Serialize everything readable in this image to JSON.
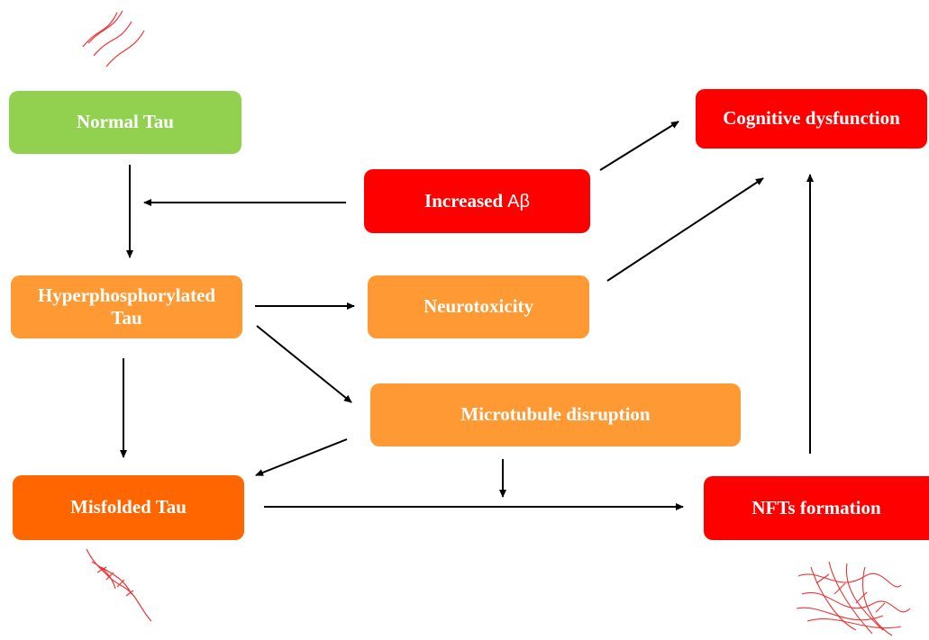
{
  "nodes": {
    "normal_tau": {
      "label": "Normal Tau",
      "color": "#92d050"
    },
    "hyper_tau": {
      "label": "Hyperphosphorylated\nTau",
      "color": "#ff9933"
    },
    "misfolded_tau": {
      "label": "Misfolded Tau",
      "color": "#ff6600"
    },
    "increased_ab": {
      "label": "Increased",
      "symbol": "Aβ",
      "color": "#ff0000"
    },
    "neurotoxicity": {
      "label": "Neurotoxicity",
      "color": "#ff9933"
    },
    "microtubule": {
      "label": "Microtubule disruption",
      "color": "#ff9933"
    },
    "cognitive": {
      "label": "Cognitive dysfunction",
      "color": "#ff0000"
    },
    "nfts": {
      "label": "NFTs formation",
      "color": "#ff0000"
    }
  },
  "edges": [
    {
      "from": "normal_tau",
      "to": "hyper_tau"
    },
    {
      "from": "increased_ab",
      "to": "normal_tau"
    },
    {
      "from": "hyper_tau",
      "to": "neurotoxicity"
    },
    {
      "from": "hyper_tau",
      "to": "microtubule"
    },
    {
      "from": "hyper_tau",
      "to": "misfolded_tau"
    },
    {
      "from": "microtubule",
      "to": "misfolded_tau"
    },
    {
      "from": "microtubule",
      "to": "misfolded_tau_to_nfts"
    },
    {
      "from": "misfolded_tau",
      "to": "nfts"
    },
    {
      "from": "increased_ab",
      "to": "cognitive"
    },
    {
      "from": "neurotoxicity",
      "to": "cognitive"
    },
    {
      "from": "nfts",
      "to": "cognitive"
    }
  ],
  "decorations": [
    "fiber-normal-tau",
    "fiber-misfolded-tau",
    "fiber-tangle-nfts"
  ]
}
